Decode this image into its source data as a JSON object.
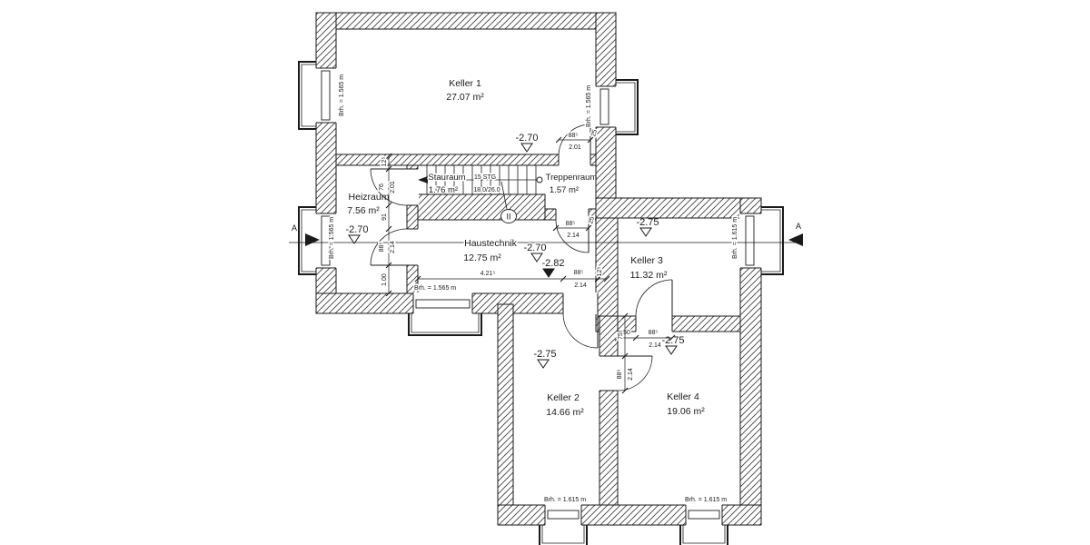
{
  "drawing": {
    "type": "basement floor plan",
    "rooms": {
      "keller1": {
        "name": "Keller 1",
        "area": "27.07 m²",
        "level": "-2.70"
      },
      "heizraum": {
        "name": "Heizraum",
        "area": "7.56 m²",
        "level": "-2.70"
      },
      "stauraum": {
        "name": "Stauraum",
        "area": "1.76 m²"
      },
      "treppenraum": {
        "name": "Treppenraum",
        "area": "1.57 m²"
      },
      "haustechnik": {
        "name": "Haustechnik",
        "area": "12.75 m²",
        "level": "-2.70",
        "level2": "-2.82"
      },
      "keller2": {
        "name": "Keller 2",
        "area": "14.66 m²",
        "level": "-2.75"
      },
      "keller3": {
        "name": "Keller 3",
        "area": "11.32 m²",
        "level": "-2.75"
      },
      "keller4": {
        "name": "Keller 4",
        "area": "19.06 m²",
        "level": "-2.75"
      }
    },
    "stairs": {
      "count": "15 STG",
      "dimensions": "18.0/26.0",
      "mark": "II"
    },
    "sills": {
      "s1565": "Brh. = 1.565 m",
      "s1615": "Brh. = 1.615 m"
    },
    "doors": {
      "w885": "88⁵",
      "h201": "2.01",
      "h214": "2.14",
      "w76": "76"
    },
    "dims": {
      "d25": "25",
      "d91": "91",
      "d100": "1.00",
      "d125": "12⁵",
      "d4215": "4.21⁵",
      "d50": "50",
      "d75": "75"
    },
    "section": {
      "label": "A"
    },
    "colors": {
      "line": "#1a1a1a",
      "paper": "#ffffff"
    }
  }
}
